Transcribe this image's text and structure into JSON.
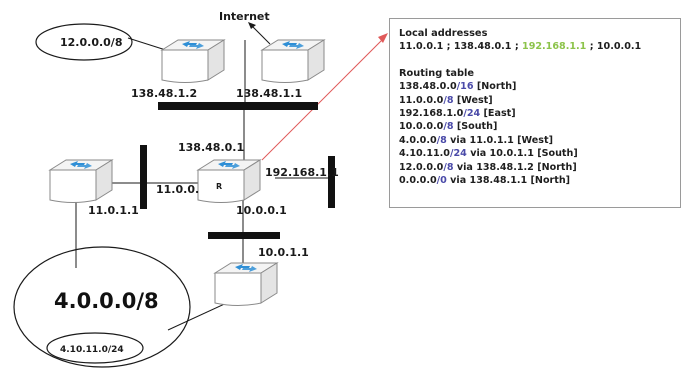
{
  "labels": {
    "internet": "Internet",
    "net_12": "12.0.0.0/8",
    "net_4": "4.0.0.0/8",
    "net_4_10": "4.10.11.0/24",
    "r_north": "138.48.1.2",
    "r_internet": "138.48.1.1",
    "r_center": "138.48.0.1",
    "r_west": "11.0.1.1",
    "r_west_iface": "11.0.0.",
    "r_east_iface": "192.168.1.1",
    "r_south_iface": "10.0.0.1",
    "r_south": "10.0.1.1",
    "router_mark": "R"
  },
  "info": {
    "local_heading": "Local addresses",
    "local_parts": [
      "11.0.0.1 ; 138.48.0.1 ; ",
      "192.168.1.1",
      " ; 10.0.0.1"
    ],
    "routing_heading": "Routing table",
    "routes": [
      {
        "net": "138.48.0.0",
        "mask": "/16",
        "rest": " [North]"
      },
      {
        "net": "11.0.0.0",
        "mask": "/8",
        "rest": " [West]"
      },
      {
        "net": "192.168.1.0",
        "mask": "/24",
        "rest": " [East]"
      },
      {
        "net": "10.0.0.0",
        "mask": "/8",
        "rest": " [South]"
      },
      {
        "net": "4.0.0.0",
        "mask": "/8",
        "rest": " via 11.0.1.1 [West]"
      },
      {
        "net": "4.10.11.0",
        "mask": "/24",
        "rest": " via 10.0.1.1 [South]"
      },
      {
        "net": "12.0.0.0",
        "mask": "/8",
        "rest": " via 138.48.1.2 [North]"
      },
      {
        "net": "0.0.0.0",
        "mask": "/0",
        "rest": " via 138.48.1.1 [North]"
      }
    ]
  },
  "colors": {
    "mask": "#4a4aa8",
    "highlight": "#8cc34a",
    "pointer_line": "#e05a5a",
    "router_icon": "#2f8fd6"
  }
}
